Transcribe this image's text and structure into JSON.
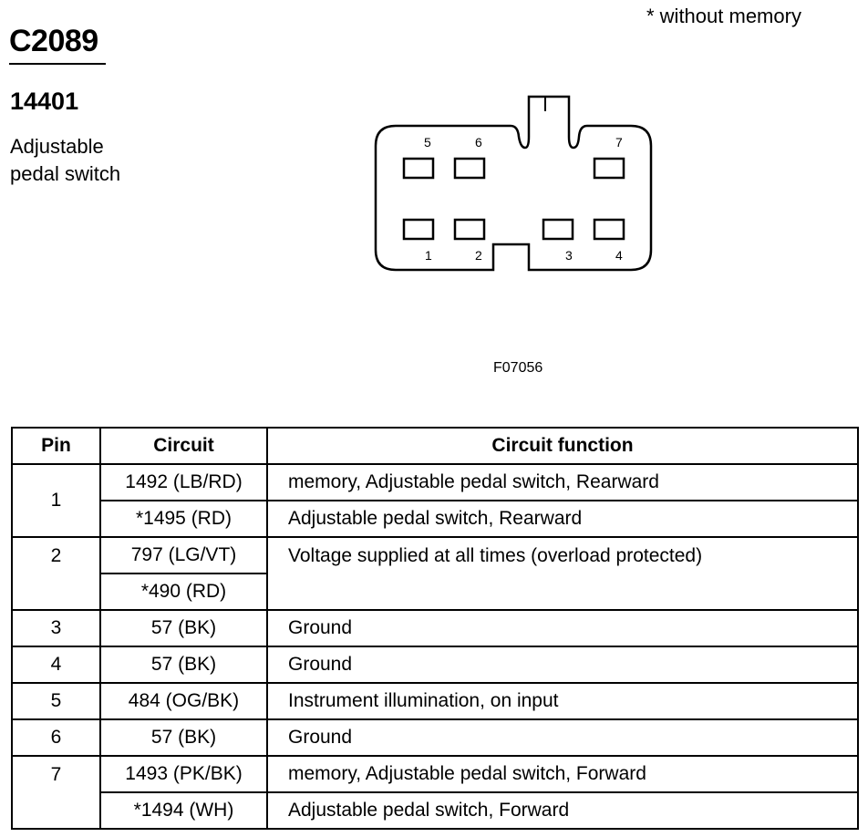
{
  "note": "* without memory",
  "connector": {
    "id": "C2089",
    "part_number": "14401",
    "description_line1": "Adjustable",
    "description_line2": "pedal switch",
    "figure_code": "F07056",
    "pin_labels": [
      "1",
      "2",
      "3",
      "4",
      "5",
      "6",
      "7"
    ]
  },
  "table": {
    "headers": {
      "pin": "Pin",
      "circuit": "Circuit",
      "function": "Circuit function"
    },
    "rows": [
      {
        "pin": "1",
        "circuits": [
          "1492 (LB/RD)",
          "*1495 (RD)"
        ],
        "functions": [
          "memory, Adjustable pedal switch, Rearward",
          "Adjustable pedal switch, Rearward"
        ]
      },
      {
        "pin": "2",
        "circuits": [
          "797 (LG/VT)",
          "*490 (RD)"
        ],
        "functions": [
          "Voltage supplied at all times (overload protected)"
        ]
      },
      {
        "pin": "3",
        "circuits": [
          "57 (BK)"
        ],
        "functions": [
          "Ground"
        ]
      },
      {
        "pin": "4",
        "circuits": [
          "57 (BK)"
        ],
        "functions": [
          "Ground"
        ]
      },
      {
        "pin": "5",
        "circuits": [
          "484 (OG/BK)"
        ],
        "functions": [
          "Instrument illumination, on input"
        ]
      },
      {
        "pin": "6",
        "circuits": [
          "57 (BK)"
        ],
        "functions": [
          "Ground"
        ]
      },
      {
        "pin": "7",
        "circuits": [
          "1493 (PK/BK)",
          "*1494 (WH)"
        ],
        "functions": [
          "memory, Adjustable pedal switch, Forward",
          "Adjustable pedal switch, Forward"
        ]
      }
    ]
  }
}
